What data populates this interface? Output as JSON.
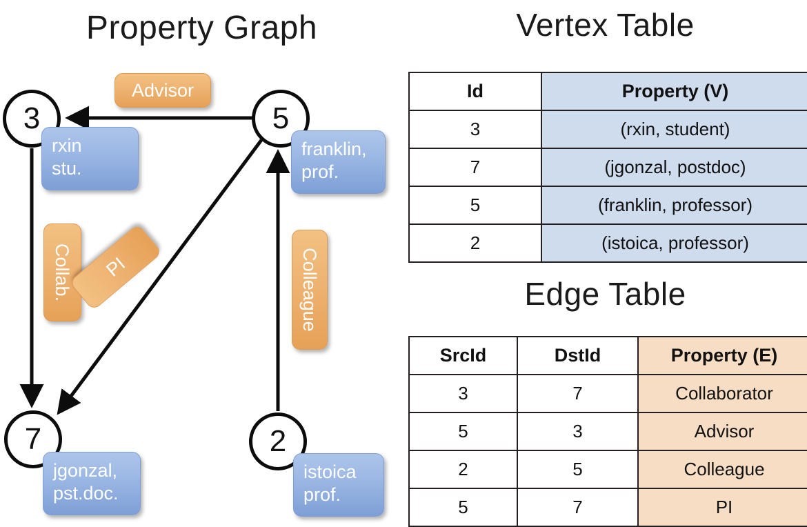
{
  "titles": {
    "property_graph": "Property Graph",
    "vertex_table": "Vertex Table",
    "edge_table": "Edge Table"
  },
  "graph": {
    "vertices": [
      {
        "id": "3",
        "label": "rxin\nstu."
      },
      {
        "id": "5",
        "label": "franklin,\nprof."
      },
      {
        "id": "7",
        "label": "jgonzal,\npst.doc."
      },
      {
        "id": "2",
        "label": "istoica\nprof."
      }
    ],
    "vertex_labels": {
      "v3_line1": "rxin",
      "v3_line2": "stu.",
      "v5_line1": "franklin,",
      "v5_line2": "prof.",
      "v7_line1": "jgonzal,",
      "v7_line2": "pst.doc.",
      "v2_line1": "istoica",
      "v2_line2": "prof."
    },
    "edge_labels": {
      "advisor": "Advisor",
      "collab": "Collab.",
      "pi": "PI",
      "colleague": "Colleague"
    },
    "edges": [
      {
        "from": "5",
        "to": "3",
        "label": "Advisor"
      },
      {
        "from": "3",
        "to": "7",
        "label": "Collab."
      },
      {
        "from": "5",
        "to": "7",
        "label": "PI"
      },
      {
        "from": "2",
        "to": "5",
        "label": "Colleague"
      }
    ]
  },
  "vertex_table": {
    "headers": [
      "Id",
      "Property (V)"
    ],
    "rows": [
      {
        "id": "3",
        "property": "(rxin, student)"
      },
      {
        "id": "7",
        "property": "(jgonzal, postdoc)"
      },
      {
        "id": "5",
        "property": "(franklin, professor)"
      },
      {
        "id": "2",
        "property": "(istoica, professor)"
      }
    ]
  },
  "edge_table": {
    "headers": [
      "SrcId",
      "DstId",
      "Property (E)"
    ],
    "rows": [
      {
        "src": "3",
        "dst": "7",
        "property": "Collaborator"
      },
      {
        "src": "5",
        "dst": "3",
        "property": "Advisor"
      },
      {
        "src": "2",
        "dst": "5",
        "property": "Colleague"
      },
      {
        "src": "5",
        "dst": "7",
        "property": "PI"
      }
    ]
  },
  "colors": {
    "vertex_property_fill": "#cfdcee",
    "edge_property_fill": "#f6ddc3",
    "node_box_blue": "#9cb8e4",
    "edge_box_orange": "#eeb372",
    "stroke": "#111111"
  }
}
